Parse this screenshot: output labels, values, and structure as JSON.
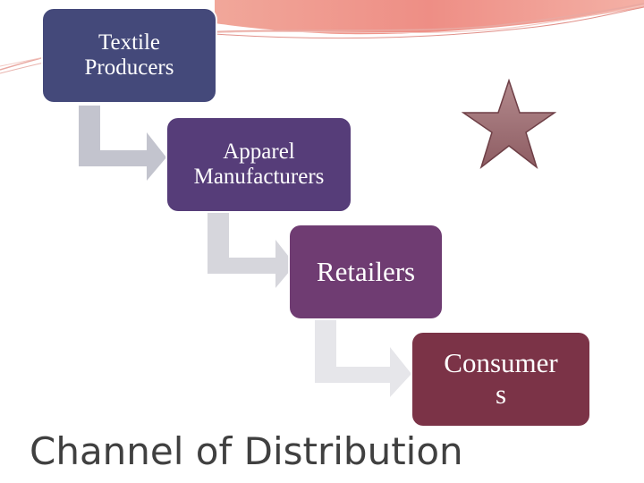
{
  "diagram": {
    "steps": [
      {
        "label": "Textile\nProducers",
        "color": "#44497a"
      },
      {
        "label": "Apparel\nManufacturers",
        "color": "#563d79"
      },
      {
        "label": "Retailers",
        "color": "#6f3c72"
      },
      {
        "label": "Consumer\ns",
        "color": "#7b3347"
      }
    ],
    "connector_colors": [
      "#c3c4ce",
      "#d6d6dc",
      "#e6e6ea"
    ],
    "star_color": "#9b6b70"
  },
  "slide": {
    "title": "Channel of Distribution"
  },
  "icons": {
    "decoration": "star-icon",
    "header": "swoosh-decoration"
  }
}
